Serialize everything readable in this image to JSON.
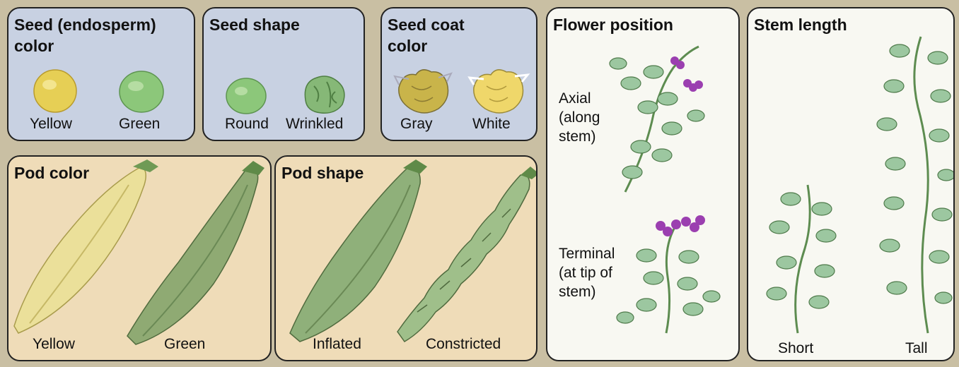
{
  "panels": {
    "seed_color": {
      "title_line1": "Seed (endosperm)",
      "title_line2": "color",
      "left": "Yellow",
      "right": "Green"
    },
    "seed_shape": {
      "title": "Seed shape",
      "left": "Round",
      "right": "Wrinkled"
    },
    "seed_coat": {
      "title_line1": "Seed coat",
      "title_line2": "color",
      "left": "Gray",
      "right": "White"
    },
    "pod_color": {
      "title": "Pod color",
      "left": "Yellow",
      "right": "Green"
    },
    "pod_shape": {
      "title": "Pod shape",
      "left": "Inflated",
      "right": "Constricted"
    },
    "flower_position": {
      "title": "Flower position",
      "axial_1": "Axial",
      "axial_2": "(along",
      "axial_3": "stem)",
      "terminal_1": "Terminal",
      "terminal_2": "(at tip of",
      "terminal_3": "stem)"
    },
    "stem_length": {
      "title": "Stem length",
      "left": "Short",
      "right": "Tall"
    }
  },
  "colors": {
    "seed_yellow": "#e6cf55",
    "seed_green": "#8cc77a",
    "pod_yellow": "#ebe09a",
    "pod_green": "#8faa73",
    "flower_purple": "#9b3fb0",
    "leaf_green": "#9cc7a0"
  }
}
